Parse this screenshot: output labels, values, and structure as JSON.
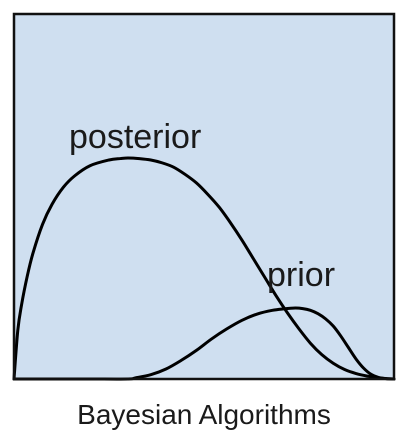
{
  "chart_data": {
    "type": "line",
    "title": "",
    "caption": "Bayesian Algorithms",
    "xlabel": "",
    "ylabel": "",
    "xlim": [
      0,
      1
    ],
    "ylim": [
      0,
      1
    ],
    "grid": false,
    "legend": "none",
    "colors": {
      "plot_background": "#cfdff0",
      "frame": "#111111",
      "curve": "#000000",
      "text": "#1a1a1a"
    },
    "series": [
      {
        "name": "posterior",
        "x": [
          0.0,
          0.01,
          0.02,
          0.035,
          0.05,
          0.075,
          0.1,
          0.13,
          0.16,
          0.2,
          0.25,
          0.28,
          0.3,
          0.33,
          0.36,
          0.39,
          0.42,
          0.45,
          0.48,
          0.51,
          0.54,
          0.57,
          0.6,
          0.63,
          0.66,
          0.69,
          0.72,
          0.75,
          0.78,
          0.81,
          0.84,
          0.87,
          0.9,
          0.93,
          0.96,
          0.98,
          1.0
        ],
        "y": [
          0.0,
          0.17,
          0.26,
          0.36,
          0.44,
          0.54,
          0.61,
          0.67,
          0.71,
          0.745,
          0.765,
          0.77,
          0.772,
          0.77,
          0.765,
          0.755,
          0.74,
          0.715,
          0.685,
          0.645,
          0.6,
          0.545,
          0.485,
          0.42,
          0.355,
          0.29,
          0.23,
          0.175,
          0.125,
          0.085,
          0.055,
          0.033,
          0.019,
          0.01,
          0.004,
          0.0015,
          0.0
        ]
      },
      {
        "name": "prior",
        "x": [
          0.0,
          0.1,
          0.2,
          0.3,
          0.32,
          0.36,
          0.4,
          0.44,
          0.48,
          0.52,
          0.56,
          0.6,
          0.64,
          0.68,
          0.71,
          0.74,
          0.76,
          0.78,
          0.8,
          0.82,
          0.84,
          0.86,
          0.88,
          0.9,
          0.92,
          0.94,
          0.96,
          0.98,
          1.0
        ],
        "y": [
          0.0,
          0.0,
          0.0,
          0.0,
          0.004,
          0.015,
          0.035,
          0.065,
          0.1,
          0.14,
          0.175,
          0.205,
          0.227,
          0.24,
          0.245,
          0.248,
          0.246,
          0.24,
          0.228,
          0.21,
          0.185,
          0.15,
          0.11,
          0.07,
          0.038,
          0.016,
          0.005,
          0.0012,
          0.0
        ]
      }
    ],
    "annotations": [
      {
        "text": "posterior",
        "series": "posterior"
      },
      {
        "text": "prior",
        "series": "prior"
      }
    ]
  }
}
